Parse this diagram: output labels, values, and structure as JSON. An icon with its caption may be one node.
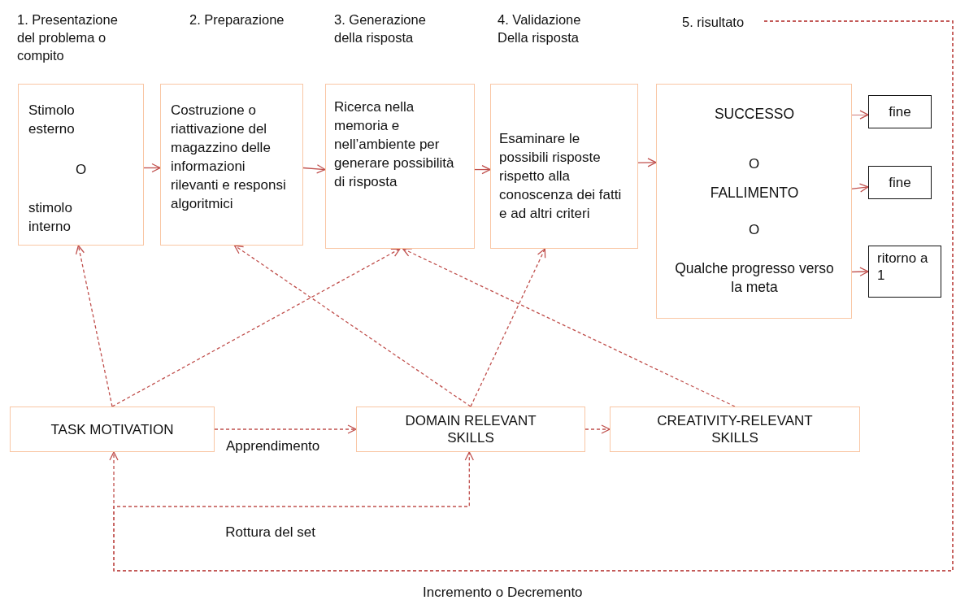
{
  "diagram": {
    "nodes": [
      {
        "text": [
          "1. Presentazione del problema o compito",
          "Stimolo esterno",
          "O",
          "stimolo interno"
        ]
      },
      {
        "text": [
          "2. Preparazione",
          "Costruzione o riattivazione del magazzino delle informazioni rilevanti e responsi algoritmici"
        ]
      },
      {
        "text": [
          "3. Generazione della risposta",
          "Ricerca nella memoria e nell’ambiente per generare possibilità di risposta"
        ]
      },
      {
        "text": [
          "4. Validazione Della risposta",
          "Esaminare le possibili risposte rispetto alla conoscenza dei fatti e ad altri criteri"
        ]
      },
      {
        "text": [
          "5. risultato"
        ]
      },
      {
        "text": [
          "SUCCESSO"
        ],
        "in": 4
      },
      {
        "text": [
          "FALLIMENTO"
        ],
        "in": 4
      },
      {
        "text": [
          "Qualche progresso verso la meta"
        ],
        "in": 4
      },
      {
        "text": [
          "fine"
        ]
      },
      {
        "text": [
          "fine"
        ]
      },
      {
        "text": [
          "ritorno a 1"
        ]
      },
      {
        "text": [
          "TASK MOTIVATION"
        ]
      },
      {
        "text": [
          "DOMAIN RELEVANT SKILLS"
        ]
      },
      {
        "text": [
          "CREATIVITY-RELEVANT SKILLS"
        ]
      }
    ],
    "edges": [
      {
        "from": 0,
        "to": 1,
        "arrow": "to"
      },
      {
        "from": 1,
        "to": 2,
        "arrow": "to"
      },
      {
        "from": 2,
        "to": 3,
        "arrow": "to"
      },
      {
        "from": 3,
        "to": 4,
        "arrow": "to"
      },
      {
        "from": 5,
        "to": 8,
        "arrow": "to"
      },
      {
        "from": 6,
        "to": 9,
        "arrow": "to"
      },
      {
        "from": 7,
        "to": 10,
        "arrow": "to"
      },
      {
        "from": 11,
        "to": 0,
        "arrow": "to",
        "style": "dashed"
      },
      {
        "from": 11,
        "to": 2,
        "arrow": "to",
        "style": "dashed"
      },
      {
        "from": 12,
        "to": 1,
        "arrow": "to",
        "style": "dashed"
      },
      {
        "from": 12,
        "to": 3,
        "arrow": "to",
        "style": "dashed"
      },
      {
        "from": 13,
        "to": 2,
        "arrow": "to",
        "style": "dashed"
      },
      {
        "from": 11,
        "to": 12,
        "arrow": "to",
        "style": "dashed",
        "label": "Apprendimento"
      },
      {
        "from": 12,
        "to": 13,
        "arrow": "to",
        "style": "dashed"
      },
      {
        "from": 4,
        "to": 11,
        "arrow": "to",
        "style": "dashed",
        "label": "Incremento o Decremento"
      },
      {
        "from": 4,
        "to": 12,
        "arrow": "to",
        "style": "dashed",
        "label": "Rottura del set"
      }
    ],
    "labels": [
      "O",
      "O"
    ]
  }
}
